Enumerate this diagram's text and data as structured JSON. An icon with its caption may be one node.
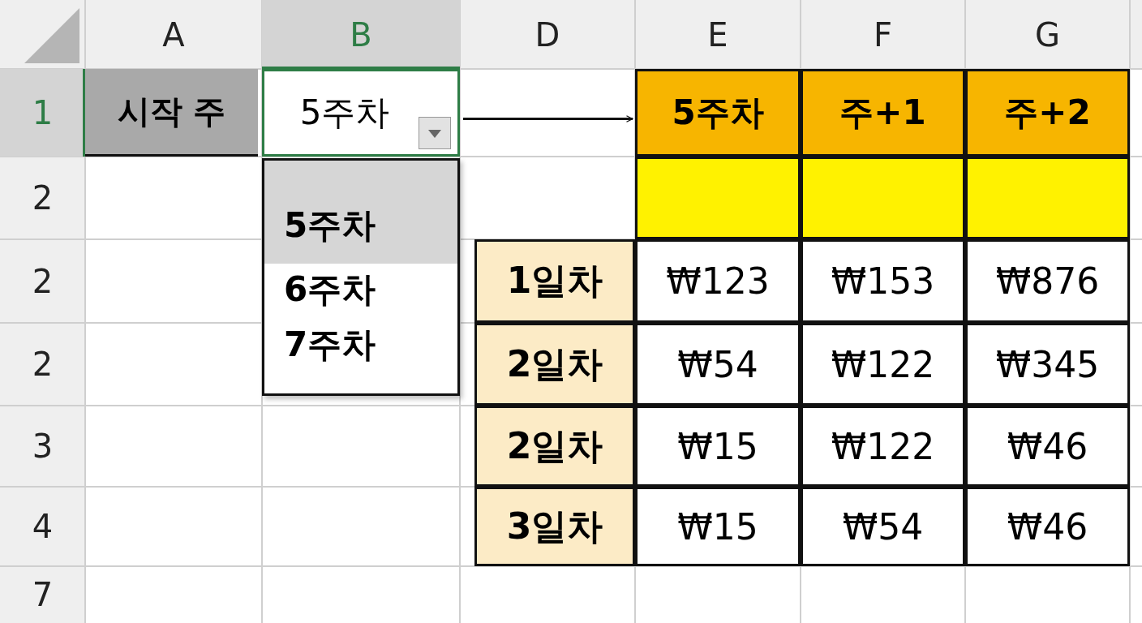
{
  "diagram": {
    "nodes": [
      {
        "text": [
          "시작 주"
        ]
      },
      {
        "text": [
          "5주차"
        ]
      },
      {
        "text": [
          "5주차",
          "6주차",
          "7주차"
        ]
      },
      {
        "text": [
          "5주차"
        ]
      },
      {
        "text": [
          "주+1"
        ]
      },
      {
        "text": [
          "주+2"
        ]
      },
      {
        "text": [],
        "shape": "box"
      },
      {
        "text": [],
        "shape": "box"
      },
      {
        "text": [],
        "shape": "box"
      }
    ],
    "edges": [
      {
        "from": 1,
        "to": 3,
        "arrow": "to"
      }
    ],
    "labels": [
      "A",
      "B",
      "D",
      "E",
      "F",
      "G",
      "1",
      "2",
      "2",
      "1일차",
      "₩123",
      "₩153",
      "₩876",
      "2",
      "2일차",
      "₩54",
      "₩122",
      "₩345",
      "3",
      "2일차",
      "₩15",
      "₩122",
      "₩46",
      "4",
      "3일차",
      "₩15",
      "₩54",
      "₩46",
      "7"
    ]
  }
}
